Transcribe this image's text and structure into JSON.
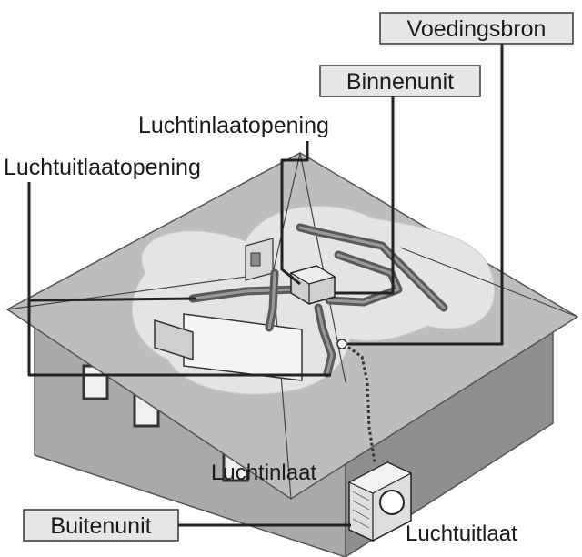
{
  "labels": {
    "voedingsbron": "Voedingsbron",
    "binnenunit": "Binnenunit",
    "luchtinlaatopening": "Luchtinlaatopening",
    "luchtuitlaatopening": "Luchtuitlaatopening",
    "luchtinlaat": "Luchtinlaat",
    "buitenunit": "Buitenunit",
    "luchtuitlaat": "Luchtuitlaat"
  },
  "colors": {
    "roof": "#bdbdbd",
    "wall_front": "#a9a9a9",
    "wall_side": "#8f8f8f",
    "ceiling_zone": "#e4e4e4",
    "duct": "#5a5a5a",
    "label_box": "#e6e6e6",
    "leader": "#222222"
  }
}
